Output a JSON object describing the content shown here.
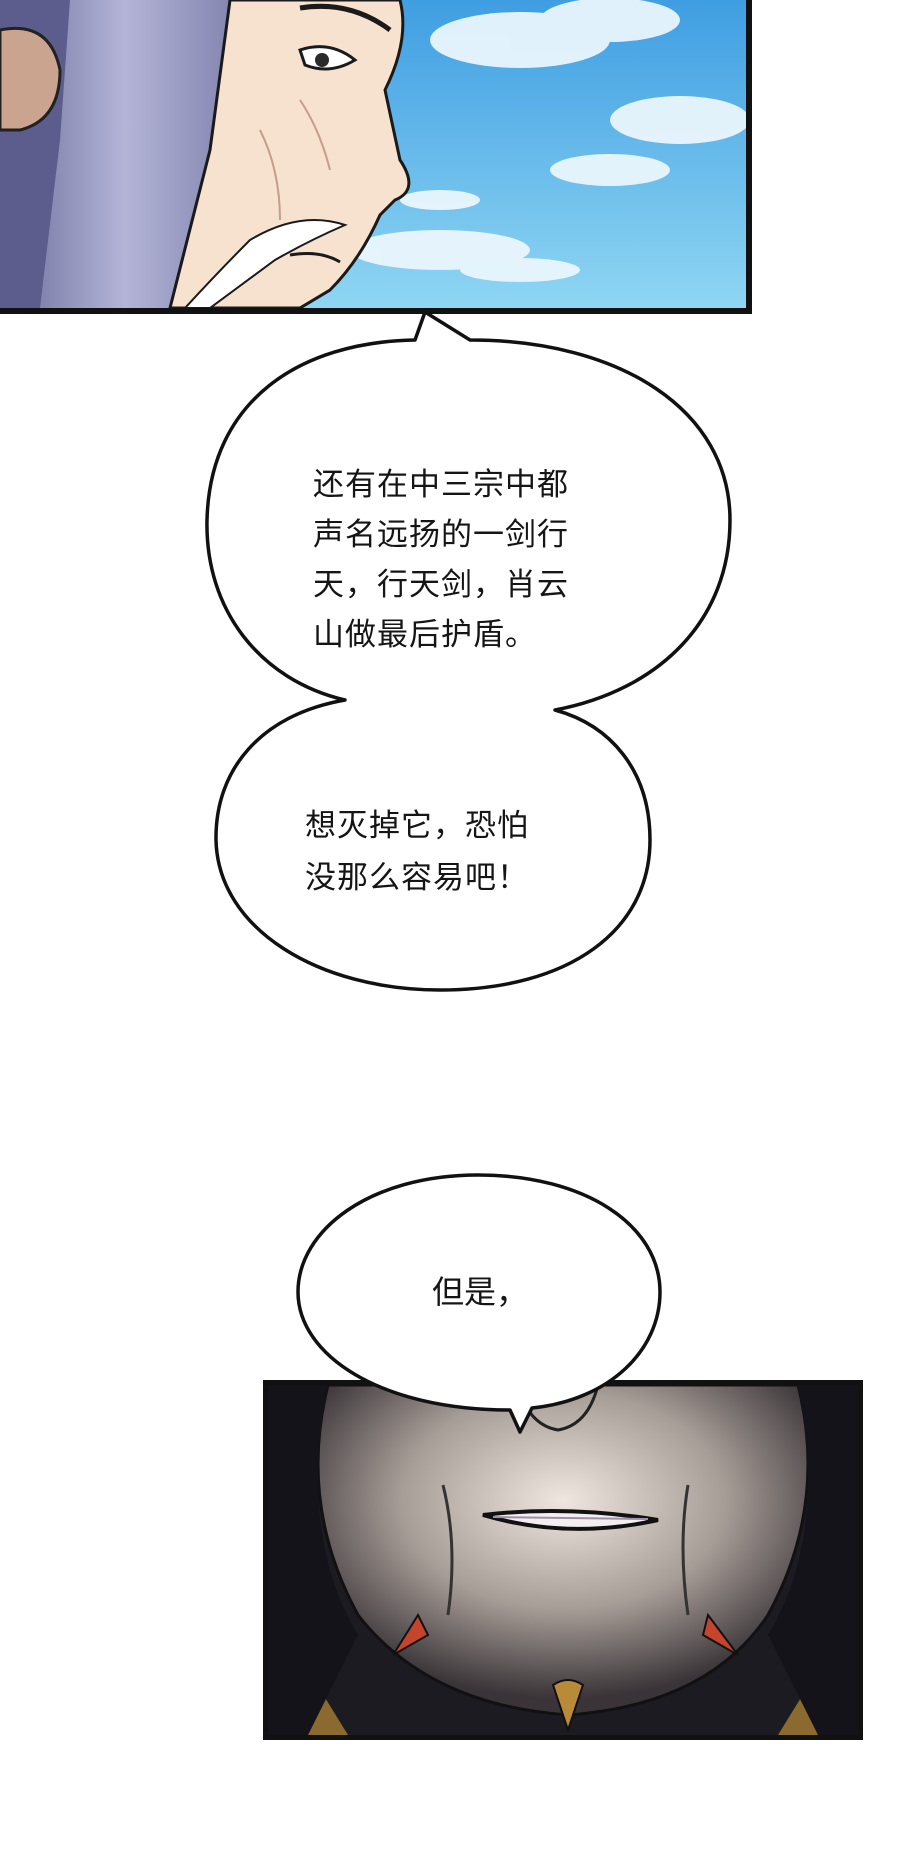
{
  "panels": [
    {
      "id": "panel-top",
      "description_name": "elder-closeup"
    },
    {
      "id": "panel-bottom",
      "description_name": "shadowed-face"
    }
  ],
  "bubbles": {
    "bubble1_lines": "还有在中三宗中都\n声名远扬的一剑行\n天，行天剑，肖云\n山做最后护盾。",
    "bubble2_lines": "想灭掉它，恐怕\n没那么容易吧！",
    "bubble3_lines": "但是，"
  },
  "colors": {
    "sky_top": "#4aa6e6",
    "sky_bottom": "#8fd3f2",
    "hair": "#8e8fb8",
    "skin": "#f3ddc8",
    "dark_panel": "#2a2630",
    "accent_red": "#c4442c"
  }
}
